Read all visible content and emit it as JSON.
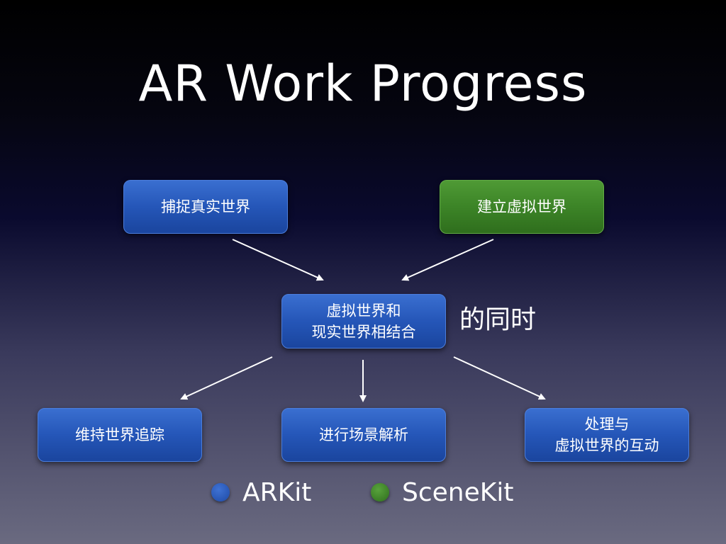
{
  "title": "AR Work Progress",
  "boxes": {
    "capture": {
      "label": "捕捉真实世界",
      "color": "#2556b8"
    },
    "build": {
      "label": "建立虚拟世界",
      "color": "#3c8427"
    },
    "combine": {
      "line1": "虚拟世界和",
      "line2": "现实世界相结合",
      "color": "#2556b8"
    },
    "tracking": {
      "label": "维持世界追踪",
      "color": "#2556b8"
    },
    "parsing": {
      "label": "进行场景解析",
      "color": "#2556b8"
    },
    "interaction": {
      "line1": "处理与",
      "line2": "虚拟世界的互动",
      "color": "#2556b8"
    }
  },
  "side_note": "的同时",
  "legend": [
    {
      "label": "ARKit",
      "color": "#2556b8"
    },
    {
      "label": "SceneKit",
      "color": "#3c8427"
    }
  ]
}
